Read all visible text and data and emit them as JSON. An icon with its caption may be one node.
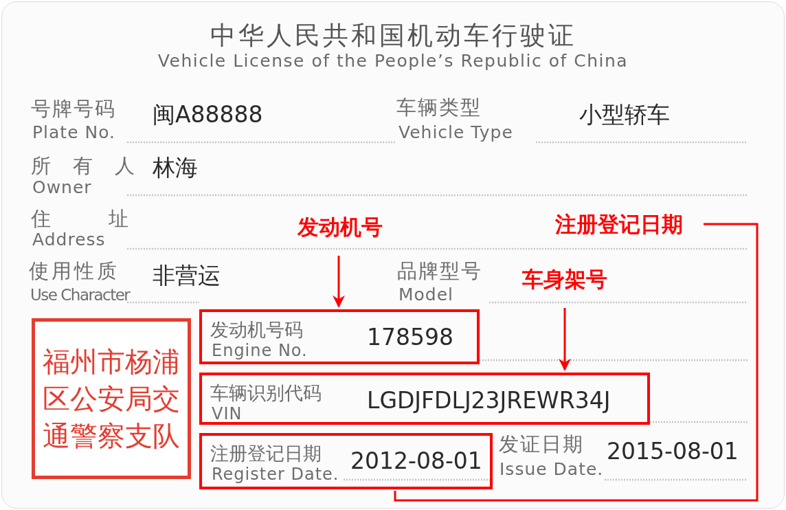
{
  "diagram": {
    "title": "中华人民共和国机动车行驶证",
    "nodes": [
      {
        "text": [
          "发动机号码",
          "Engine No.",
          "178598"
        ]
      },
      {
        "text": [
          "车辆识别代码",
          "VIN",
          "LGDJFDLJ23JREWR34J"
        ]
      },
      {
        "text": [
          "注册登记日期",
          "Register Date.",
          "2012-08-01"
        ]
      },
      {
        "text": [
          "发动机号"
        ]
      },
      {
        "text": [
          "车身架号"
        ]
      },
      {
        "text": [
          "注册登记日期"
        ]
      },
      {
        "text": [
          "福州市杨浦区公安局交通警察支队"
        ]
      }
    ],
    "edges": [
      {
        "from": 3,
        "to": 0,
        "arrow": "to"
      },
      {
        "from": 4,
        "to": 1,
        "arrow": "to"
      },
      {
        "from": 5,
        "to": 2,
        "arrow": "none"
      }
    ],
    "labels": [
      "Vehicle License of the People’s Republic of China",
      "号牌号码",
      "Plate No.",
      "闽A88888",
      "车辆类型",
      "Vehicle Type",
      "小型轿车",
      "所有人",
      "Owner",
      "林海",
      "住址",
      "Address",
      "使用性质",
      "Use Character",
      "非营运",
      "品牌型号",
      "Model",
      "发证日期",
      "Issue Date.",
      "2015-08-01"
    ]
  }
}
